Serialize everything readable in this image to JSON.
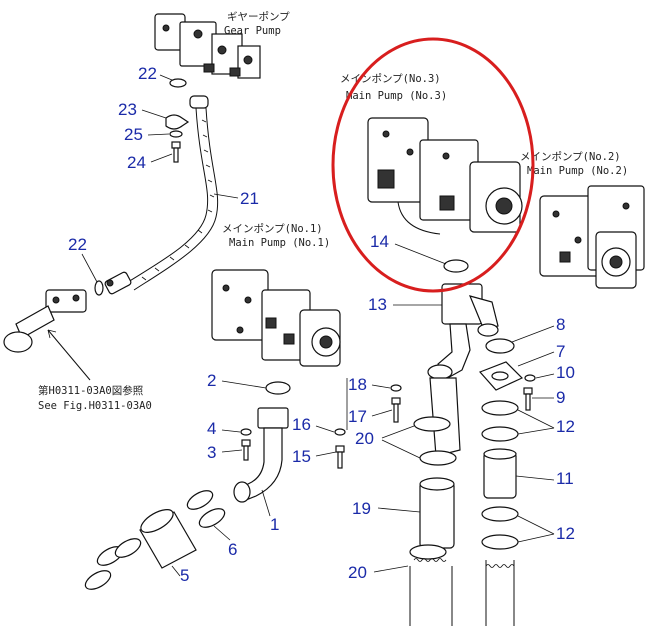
{
  "labels": {
    "gear_pump_jp": "ギヤーポンプ",
    "gear_pump_en": "Gear Pump",
    "main_pump_3_jp": "メインポンプ(No.3)",
    "main_pump_3_en": "Main Pump (No.3)",
    "main_pump_2_jp": "メインポンプ(No.2)",
    "main_pump_2_en": "Main Pump (No.2)",
    "main_pump_1_jp": "メインポンプ(No.1)",
    "main_pump_1_en": "Main Pump (No.1)",
    "see_fig_jp": "第H0311-03A0図参照",
    "see_fig_en": "See Fig.H0311-03A0"
  },
  "callouts": {
    "c22a": "22",
    "c23": "23",
    "c25": "25",
    "c24": "24",
    "c21": "21",
    "c22b": "22",
    "c14": "14",
    "c13": "13",
    "c8": "8",
    "c7": "7",
    "c10": "10",
    "c9": "9",
    "c12a": "12",
    "c11": "11",
    "c12b": "12",
    "c2": "2",
    "c4": "4",
    "c3": "3",
    "c16": "16",
    "c15": "15",
    "c18": "18",
    "c17": "17",
    "c20a": "20",
    "c1": "1",
    "c6": "6",
    "c5": "5",
    "c19": "19",
    "c20b": "20"
  },
  "colors": {
    "callout": "#1a2aa8",
    "highlight": "#d81e1e"
  }
}
